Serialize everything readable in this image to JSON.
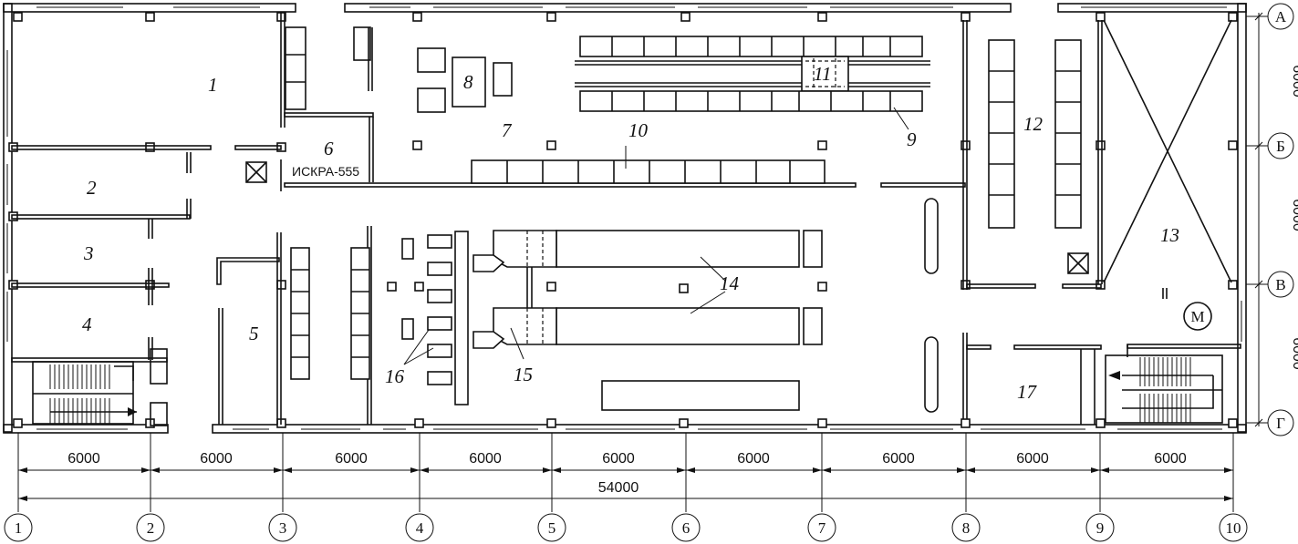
{
  "rooms": [
    "1",
    "2",
    "3",
    "4",
    "5",
    "6",
    "7",
    "8",
    "9",
    "10",
    "11",
    "12",
    "13",
    "14",
    "15",
    "16",
    "17"
  ],
  "device_label": "ИСКРА-555",
  "lift_label": "М",
  "axes_numbers": [
    "1",
    "2",
    "3",
    "4",
    "5",
    "6",
    "7",
    "8",
    "9",
    "10"
  ],
  "axes_letters": [
    "А",
    "Б",
    "В",
    "Г"
  ],
  "span": "6000",
  "overall": "54000"
}
